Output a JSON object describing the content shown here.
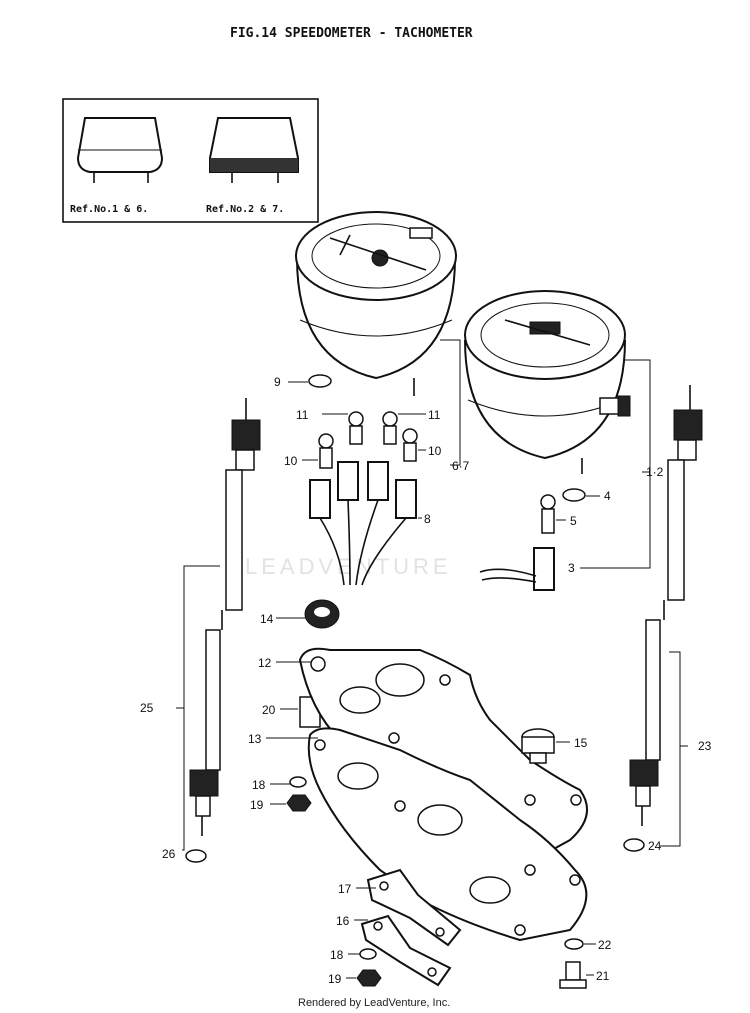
{
  "title": "FIG.14  SPEEDOMETER - TACHOMETER",
  "watermark": "LEADVENTURE",
  "footer": "Rendered by LeadVenture, Inc.",
  "inset": {
    "label_left": "Ref.No.1 & 6.",
    "label_right": "Ref.No.2 & 7."
  },
  "callouts": {
    "c1_2": "1·2",
    "c3": "3",
    "c4": "4",
    "c5": "5",
    "c6_7": "6·7",
    "c8": "8",
    "c9": "9",
    "c10a": "10",
    "c10b": "10",
    "c11a": "11",
    "c11b": "11",
    "c12": "12",
    "c13": "13",
    "c14": "14",
    "c15": "15",
    "c16": "16",
    "c17": "17",
    "c18a": "18",
    "c18b": "18",
    "c19a": "19",
    "c19b": "19",
    "c20": "20",
    "c21": "21",
    "c22": "22",
    "c23": "23",
    "c24": "24",
    "c25": "25",
    "c26": "26"
  }
}
